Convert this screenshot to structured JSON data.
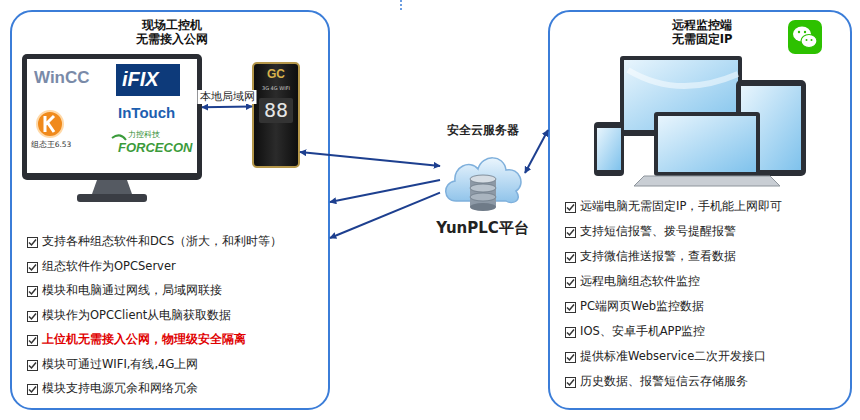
{
  "diagram": {
    "nodes": [
      {
        "text": [
          "现场工控机 无需接入公网",
          "支持各种组态软件和DCS（浙大，和利时等）",
          "组态软件作为OPCServer",
          "模块和电脑通过网线，局域网联接",
          "模块作为OPCClient从电脑获取数据",
          "上位机无需接入公网，物理级安全隔离",
          "模块可通过WIFI,有线,4G上网",
          "模块支持电源冗余和网络冗余"
        ]
      },
      {
        "text": [
          "WinCC",
          "iFIX",
          "组态王6.53",
          "InTouch",
          "力控科技",
          "FORCECON"
        ],
        "in": 0
      },
      {
        "text": [
          "GC",
          "3G 4G WIFI",
          "88"
        ],
        "in": 0
      },
      {
        "text": [
          "安全云服务器",
          "YunPLC平台"
        ]
      },
      {
        "text": [
          "远程监控端 无需固定IP",
          "远端电脑无需固定IP，手机能上网即可",
          "支持短信报警、拨号提醒报警",
          "支持微信推送报警，查看数据",
          "远程电脑组态软件监控",
          "PC端网页Web监控数据",
          "IOS、安卓手机APP监控",
          "提供标准Webservice二次开发接口",
          "历史数据、报警短信云存储服务"
        ]
      }
    ],
    "edges": [
      {
        "from": 1,
        "to": 2,
        "label": "本地局域网",
        "arrow": "both"
      },
      {
        "from": 2,
        "to": 3,
        "arrow": "both"
      },
      {
        "from": 3,
        "to": 0,
        "arrow": "to"
      },
      {
        "from": 3,
        "to": 0,
        "arrow": "to"
      },
      {
        "from": 3,
        "to": 4,
        "arrow": "both"
      }
    ]
  }
}
